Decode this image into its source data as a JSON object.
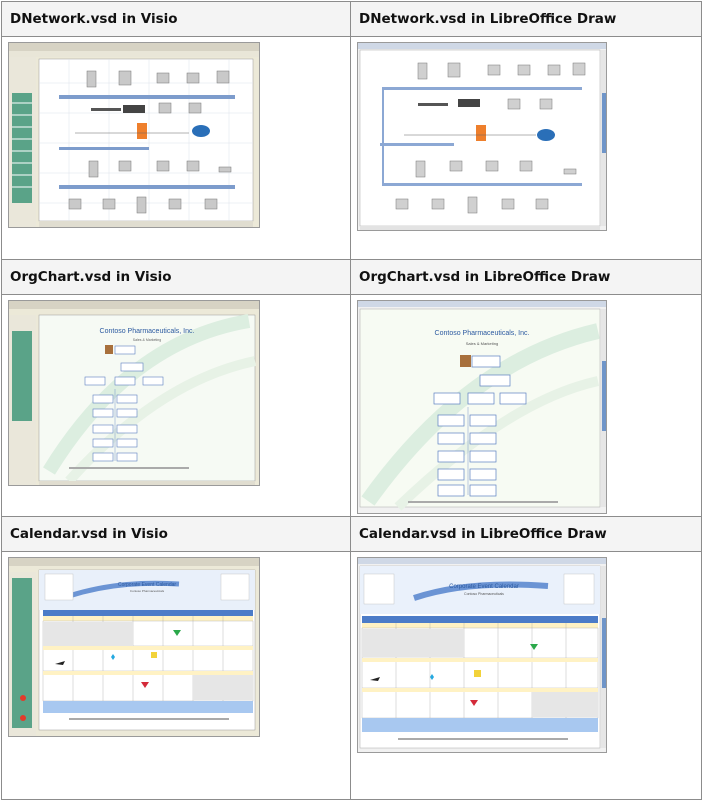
{
  "rows": [
    {
      "left": {
        "caption": "DNetwork.vsd in Visio"
      },
      "right": {
        "caption": "DNetwork.vsd in LibreOffice Draw"
      }
    },
    {
      "left": {
        "caption": "OrgChart.vsd in Visio"
      },
      "right": {
        "caption": "OrgChart.vsd in LibreOffice Draw"
      }
    },
    {
      "left": {
        "caption": "Calendar.vsd in Visio"
      },
      "right": {
        "caption": "Calendar.vsd in LibreOffice Draw"
      }
    }
  ],
  "orgchart": {
    "title": "Contoso Pharmaceuticals, Inc.",
    "subtitle": "Sales & Marketing"
  },
  "calendar": {
    "title": "Corporate Event Calendar",
    "subtitle": "Contoso Pharmaceuticals"
  },
  "colors": {
    "header_bg": "#f4f4f4",
    "border": "#8c8c8c",
    "visio_stencil": "#5aa388",
    "lo_scroll": "#6f95c9"
  }
}
